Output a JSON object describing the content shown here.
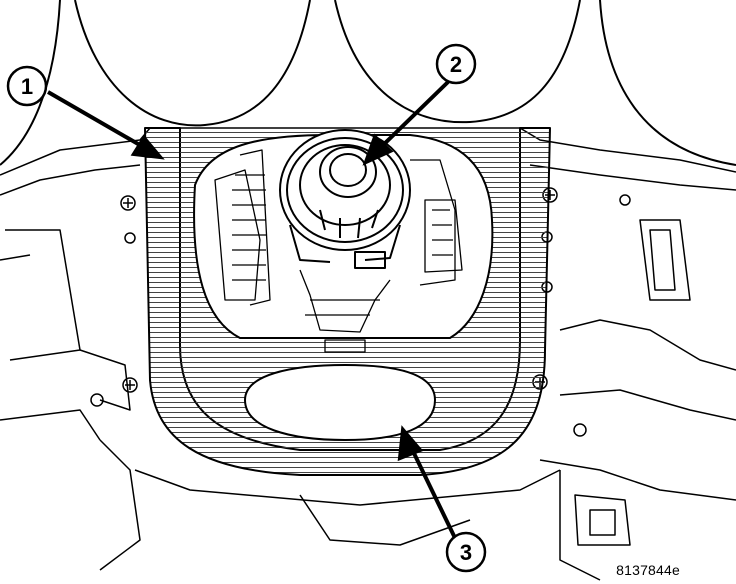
{
  "callouts": [
    {
      "id": "1",
      "label": "1"
    },
    {
      "id": "2",
      "label": "2"
    },
    {
      "id": "3",
      "label": "3"
    }
  ],
  "figure_id": "8137844e",
  "colors": {
    "line": "#000000",
    "background": "#ffffff",
    "hatch": "#555555"
  }
}
